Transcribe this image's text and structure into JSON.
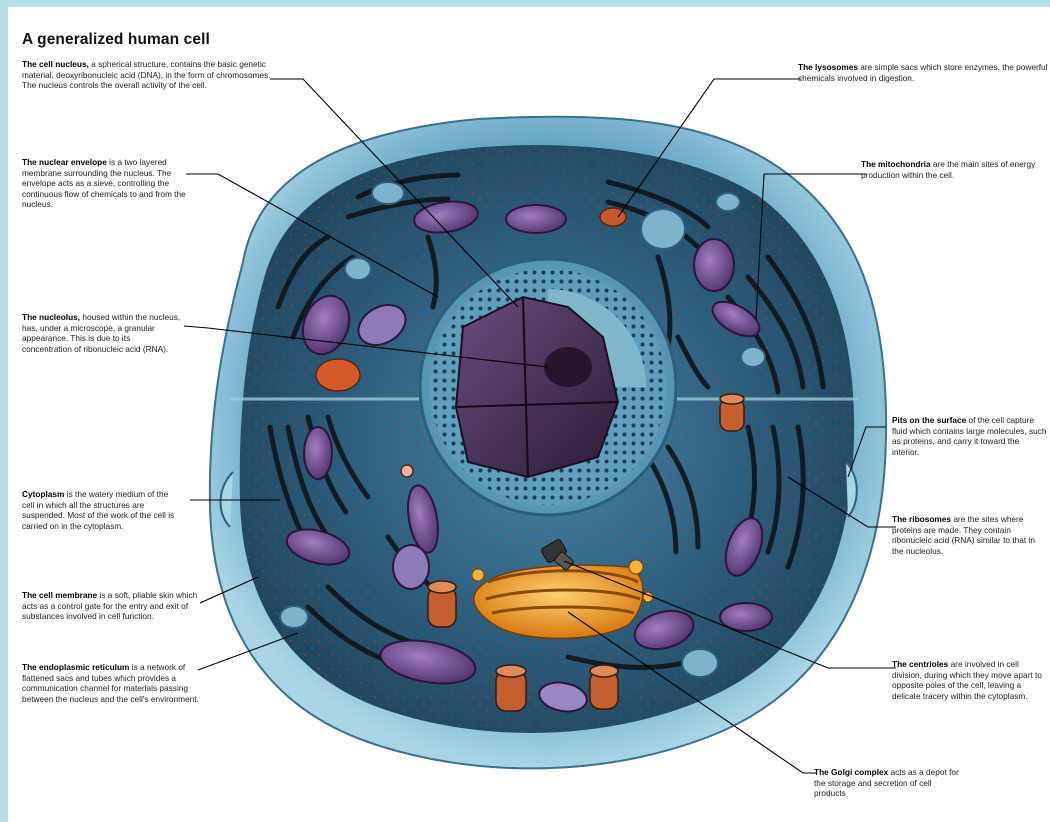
{
  "title": "A generalized human cell",
  "labels": {
    "nucleus": {
      "term": "The cell nucleus,",
      "text": " a spherical structure, contains the basic genetic material, deoxyribonucleic acid (DNA), in the form of chromosomes. The nucleus controls the overall activity of the cell."
    },
    "envelope": {
      "term": "The nuclear envelope",
      "text": " is a two layered membrane surrounding the nucleus. The envelope acts as a sieve, controlling the continuous flow of chemicals to and from the nucleus."
    },
    "nucleolus": {
      "term": "The nucleolus,",
      "text": " housed within the nucleus, has, under a microscope, a granular appearance. This is due to its concentration of ribonucleic acid (RNA)."
    },
    "cytoplasm": {
      "term": "Cytoplasm",
      "text": " is the watery medium of the cell in which all the structures are suspended. Most of the work of the cell is carried on in the cytoplasm."
    },
    "membrane": {
      "term": "The cell membrane",
      "text": " is a soft, pliable skin which acts as a control gate for the entry and exit of substances involved in cell function."
    },
    "er": {
      "term": "The endoplasmic reticulum",
      "text": " is a network of flattened sacs and tubes which provides a communication channel for materials passing between the nucleus and the cell's environment."
    },
    "lysosomes": {
      "term": "The lysosomes",
      "text": " are simple sacs which store enzymes, the powerful chemicals involved in digestion."
    },
    "mitochondria": {
      "term": "The mitochondria",
      "text": " are the main sites of energy production within the cell."
    },
    "pits": {
      "term": "Pits on the surface",
      "text": " of the cell capture fluid which contains large molecules, such as proteins, and carry it toward the interior."
    },
    "ribosomes": {
      "term": "The ribosomes",
      "text": " are the sites where proteins are made. They contain ribonucleic acid (RNA) similar to that in the nucleolus."
    },
    "centrioles": {
      "term": "The centrioles",
      "text": " are involved in cell division, during which they move apart to opposite poles of the cell, leaving a delicate tracery within the cytoplasm."
    },
    "golgi": {
      "term": "The Golgi complex",
      "text": " acts as a depot for the storage and secretion of cell products"
    }
  },
  "colors": {
    "background": "#b5dfe6",
    "paper": "#ffffff",
    "cell_outer": "#8ec3d9",
    "cytoplasm": "#2d5f7e",
    "er": "#10161d",
    "mitochondria": "#6e4a8c",
    "nucleus": "#4a3358",
    "golgi": "#f0a21d",
    "lysosome": "#c75a2a",
    "leader_line": "#000000"
  }
}
